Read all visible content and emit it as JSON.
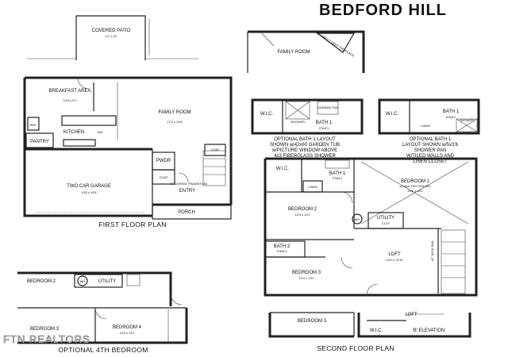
{
  "title": "BEDFORD HILL",
  "watermark": "FTN REALTORS",
  "captions": {
    "first_floor": "FIRST FLOOR PLAN",
    "second_floor": "SECOND FLOOR PLAN",
    "optional_4th": "OPTIONAL 4TH BEDROOM",
    "b_elevation": "'B' ELEVATION"
  },
  "first_floor": {
    "covered_patio": {
      "name": "COVERED PATIO",
      "size": "12' x 12'"
    },
    "breakfast_area": {
      "name": "BREAKFAST AREA",
      "size": "14'0 x 9'7"
    },
    "family_room": {
      "name": "FAMILY ROOM",
      "size": "17'3 x 19'6"
    },
    "kitchen": "KITCHEN",
    "pantry": "PANTRY",
    "ref": "REF.",
    "dw": "DW",
    "coat_top": "COAT",
    "pwdr": "PWDR",
    "coat": "COAT",
    "entry": "ENTRY",
    "flooring": "FLOORING TRANSITION",
    "garage": {
      "name": "TWO CAR GARAGE",
      "size": "19'5 x 19'5"
    },
    "porch": "PORCH"
  },
  "family_alt": {
    "family_room": "FAMILY ROOM",
    "fireplace": "OPT. DIRECT VENT FIREPLACE"
  },
  "bath_option_1": {
    "wic": "W.I.C.",
    "shower": "SHOWER",
    "garden_tub": "GARDEN TUB",
    "bath": {
      "name": "BATH 1",
      "size": "9'3x9'1"
    },
    "caption": [
      "OPTIONAL BATH 1 LAYOUT",
      "SHOWN w/42x60 GARDEN TUB",
      "w/PICTURE WINDOW ABOVE",
      "4x3 FIBERGLASS SHOWER"
    ]
  },
  "bath_option_2": {
    "wic": "W.I.C.",
    "bath": {
      "name": "BATH 1",
      "size": "9'3x9'1"
    },
    "linen": "LINEN",
    "shower": "SHOWER",
    "caption": [
      "OPTIONAL BATH 1",
      "LAYOUT SHOWN w/5x3'6",
      "SHOWER PAN",
      "W/TILED WALLS AND",
      "LINEN CLOSET"
    ]
  },
  "second_floor": {
    "wic": "W.I.C.",
    "bath1": {
      "name": "BATH 1",
      "size": "9'3x9'1"
    },
    "linen": "LINEN",
    "bedroom1": {
      "name": "BEDROOM 1",
      "note": "w/VAULTED CEILING",
      "size": "16'6 x 13'2"
    },
    "bedroom2": {
      "name": "BEDROOM 2",
      "size": "13'4 x 12'0"
    },
    "wh": "WH",
    "utility": {
      "name": "UTILITY",
      "sub": "CLST"
    },
    "bath2": {
      "name": "BATH 2",
      "size": "9'3x5'4"
    },
    "loft": {
      "name": "LOFT",
      "size": "14'0 x 13'10"
    },
    "bedroom3": {
      "name": "BEDROOM 3",
      "size": "13'4 x 13'1"
    },
    "rail": "42\" HIGH RAIL"
  },
  "optional_4th": {
    "bedroom2": "BEDROOM 2",
    "wh": "WH",
    "utility": "UTILITY",
    "bedroom3": "BEDROOM 3",
    "bedroom4": {
      "name": "BEDROOM 4",
      "size": "14'0 x 11'2"
    }
  },
  "b_elev": {
    "bedroom3": "BEDROOM 3",
    "loft": "LOFT",
    "wic": "W.I.C."
  }
}
